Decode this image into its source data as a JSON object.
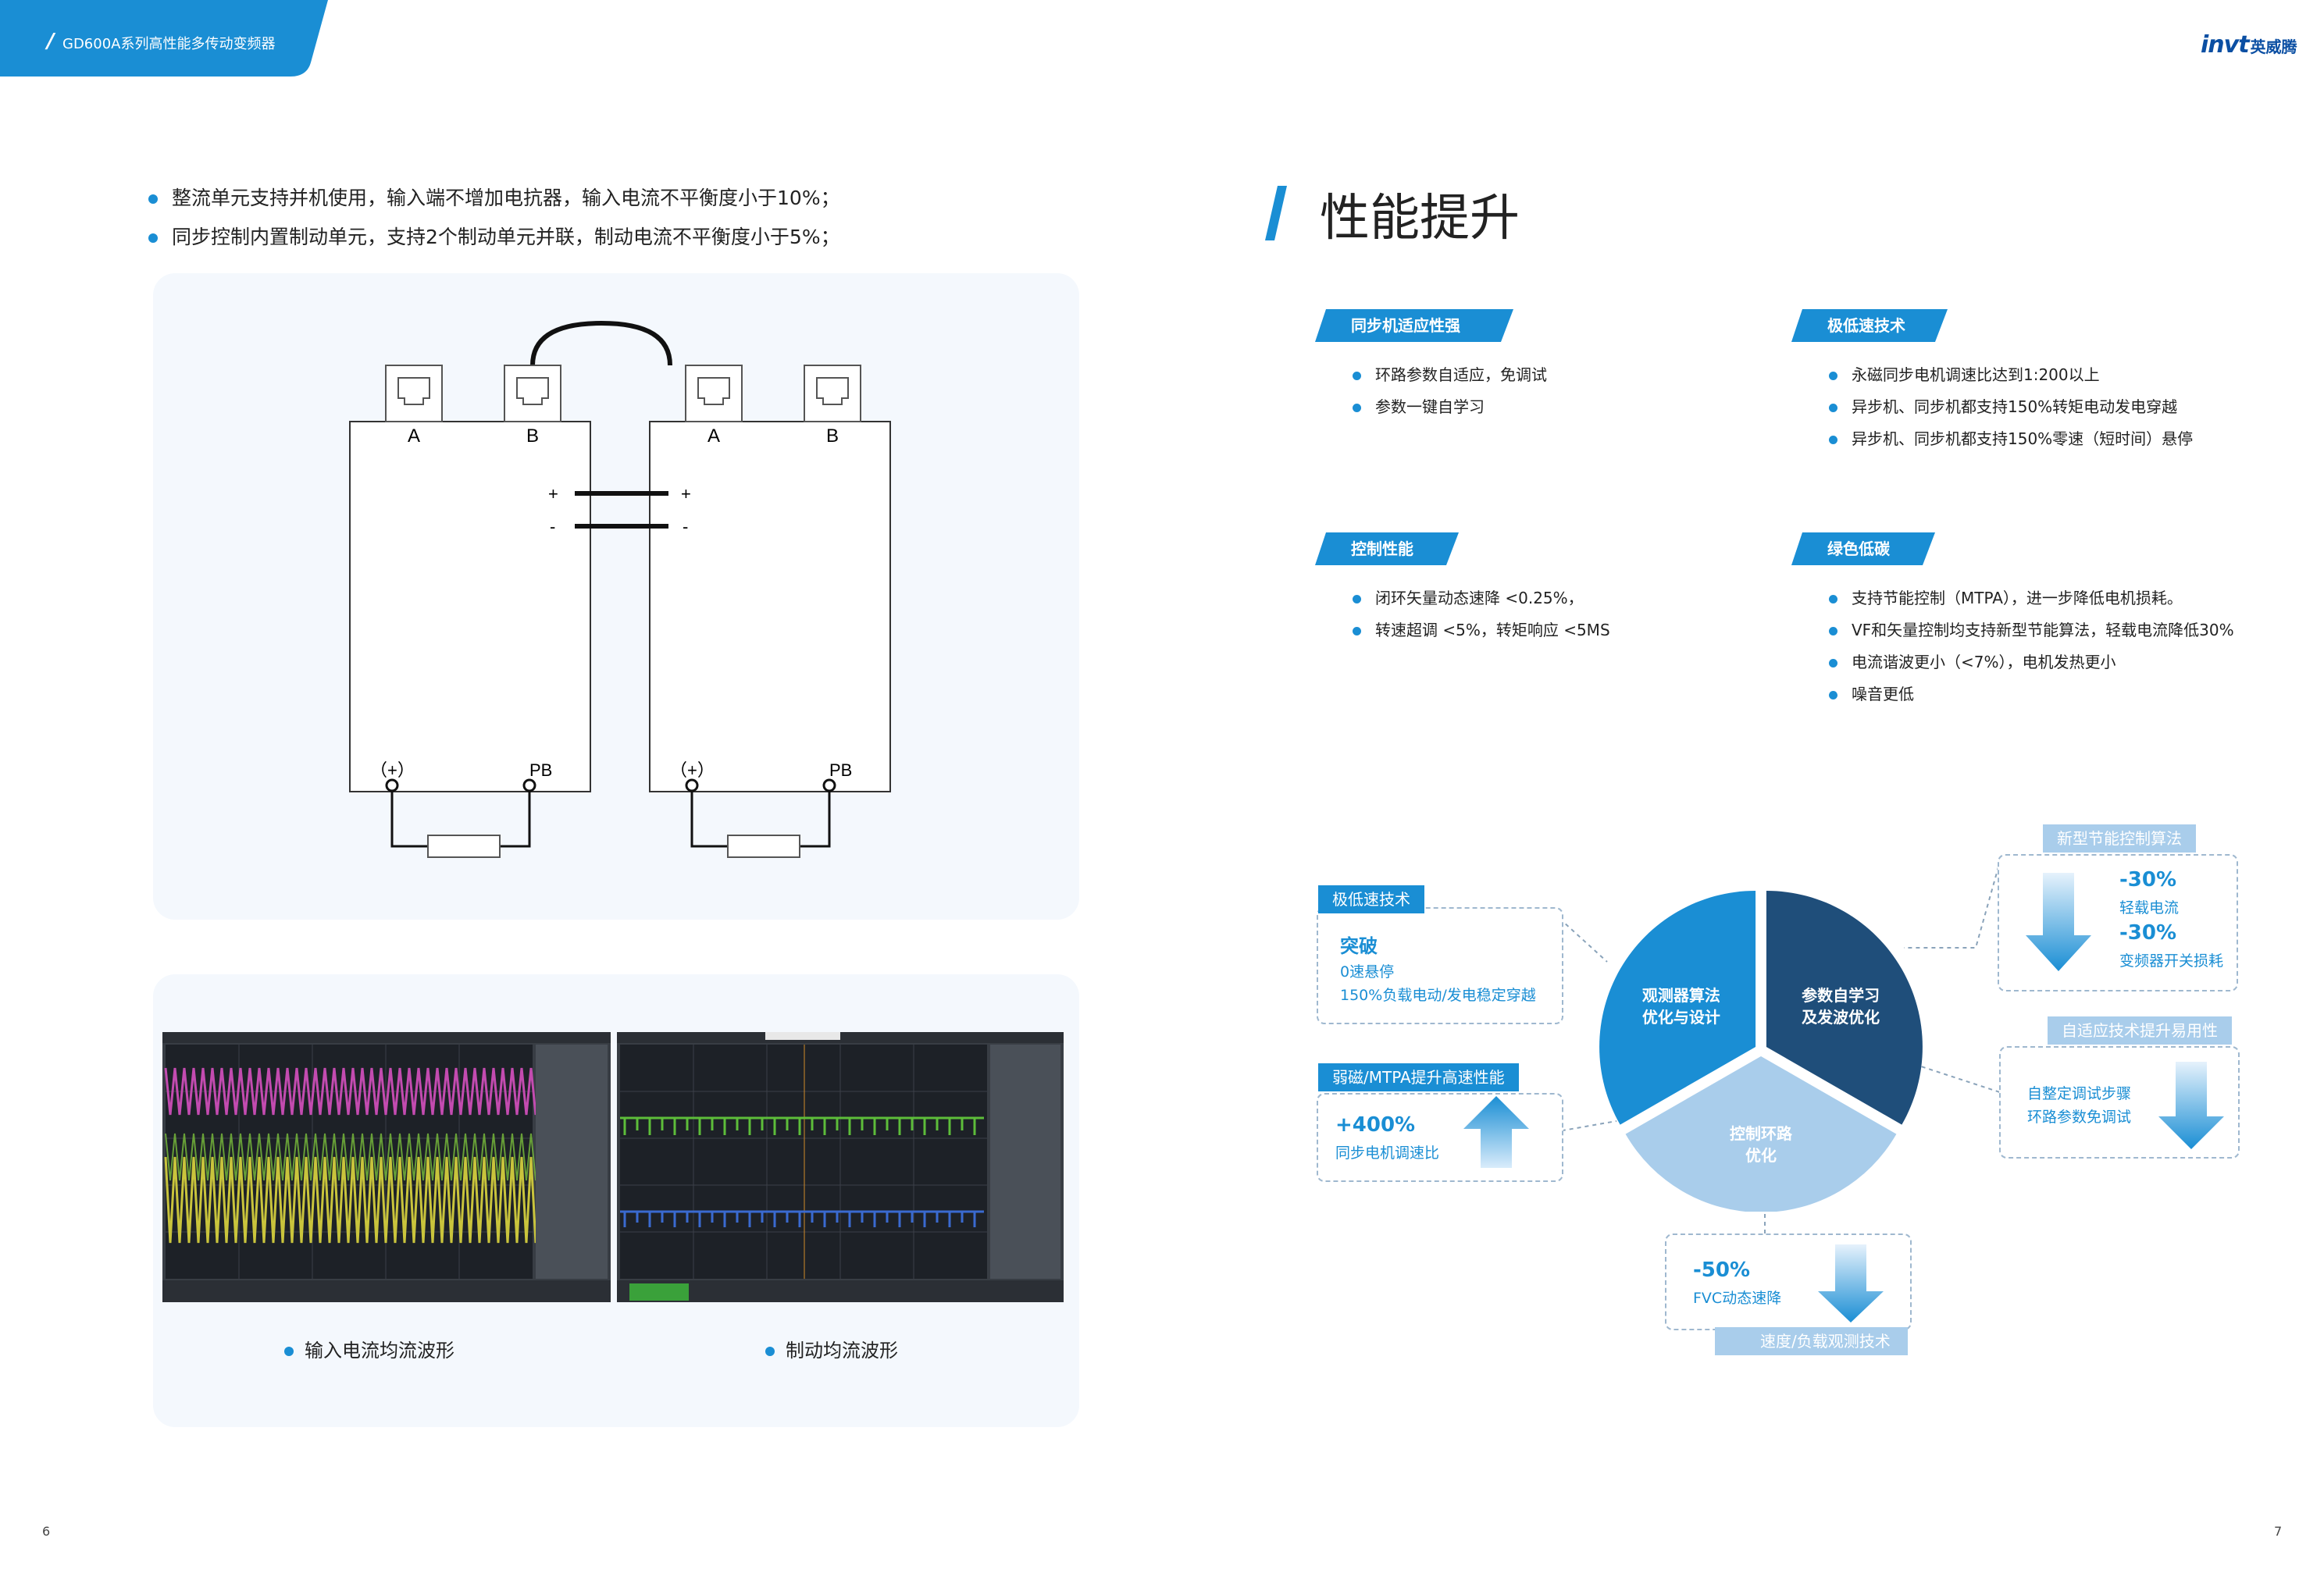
{
  "header": {
    "title": "GD600A系列高性能多传动变频器",
    "accent": "#1a8ed4"
  },
  "logo": {
    "mark": "invt",
    "name": "英威腾"
  },
  "left_page": {
    "bullets": [
      "整流单元支持并机使用，输入端不增加电抗器，输入电流不平衡度小于10%；",
      "同步控制内置制动单元，支持2个制动单元并联，制动电流不平衡度小于5%；"
    ],
    "circuit": {
      "unit1_ports": [
        "A",
        "B"
      ],
      "unit2_ports": [
        "A",
        "B"
      ],
      "dc_plus": "+",
      "dc_minus": "-",
      "unit1_terminals": [
        "（+）",
        "PB"
      ],
      "unit2_terminals": [
        "（+）",
        "PB"
      ]
    },
    "captions": [
      "输入电流均流波形",
      "制动均流波形"
    ]
  },
  "right_page": {
    "title": "性能提升",
    "sections": [
      {
        "tag": "同步机适应性强",
        "items": [
          "环路参数自适应，免调试",
          "参数一键自学习"
        ]
      },
      {
        "tag": "极低速技术",
        "items": [
          "永磁同步电机调速比达到1:200以上",
          "异步机、同步机都支持150%转矩电动发电穿越",
          "异步机、同步机都支持150%零速（短时间）悬停"
        ]
      },
      {
        "tag": "控制性能",
        "items": [
          "闭环矢量动态速降 <0.25%，",
          "转速超调 <5%，转矩响应 <5MS"
        ]
      },
      {
        "tag": "绿色低碳",
        "items": [
          "支持节能控制（MTPA），进一步降低电机损耗。",
          "VF和矢量控制均支持新型节能算法，轻载电流降低30%",
          "电流谐波更小（<7%），电机发热更小",
          "噪音更低"
        ]
      }
    ],
    "diagram": {
      "pie": [
        {
          "label1": "观测器算法",
          "label2": "优化与设计",
          "share": 0.333,
          "color": "#1a8ed4"
        },
        {
          "label1": "参数自学习",
          "label2": "及发波优化",
          "share": 0.333,
          "color": "#1f4e7a"
        },
        {
          "label1": "控制环路",
          "label2": "优化",
          "share": 0.334,
          "color": "#a9cdeb"
        }
      ],
      "box_low_speed": {
        "tag": "极低速技术",
        "head": "突破",
        "line1": "0速悬停",
        "line2": "150%负载电动/发电稳定穿越"
      },
      "box_weak_field": {
        "tag": "弱磁/MTPA提升高速性能",
        "value": "+400%",
        "desc": "同步电机调速比"
      },
      "box_energy": {
        "tag": "新型节能控制算法",
        "value1": "-30%",
        "desc1": "轻载电流",
        "value2": "-30%",
        "desc2": "变频器开关损耗"
      },
      "box_adaptive": {
        "tag": "自适应技术提升易用性",
        "line1": "自整定调试步骤",
        "line2": "环路参数免调试"
      },
      "box_observer": {
        "tag": "速度/负载观测技术",
        "value": "-50%",
        "desc": "FVC动态速降"
      }
    }
  },
  "page_numbers": {
    "left": "6",
    "right": "7"
  }
}
